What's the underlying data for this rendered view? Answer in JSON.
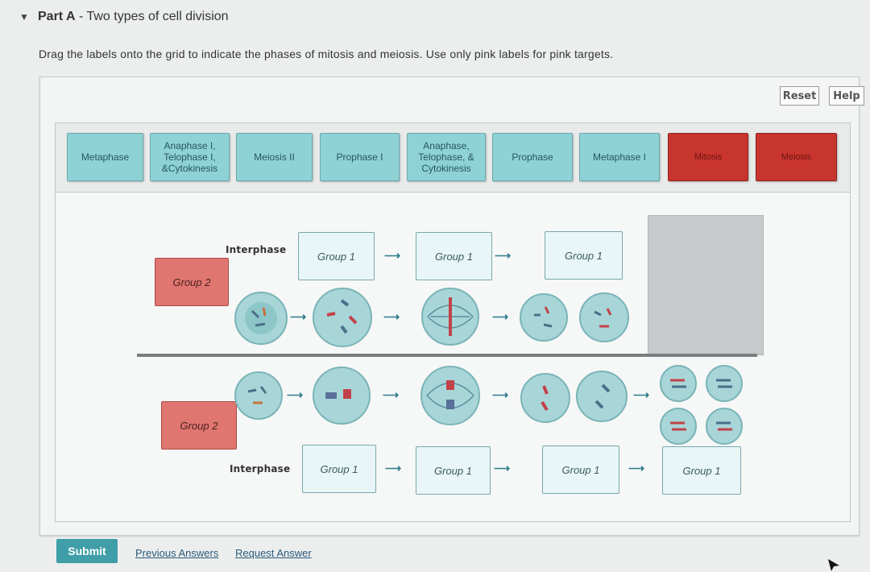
{
  "part": {
    "prefix": "Part A",
    "title": "- Two types of cell division"
  },
  "instructions": "Drag the labels onto the grid to indicate the phases of mitosis and meiosis. Use only pink labels for pink targets.",
  "buttons": {
    "reset": "Reset",
    "help": "Help",
    "submit": "Submit"
  },
  "labels": [
    {
      "text": "Metaphase",
      "color": "#8fd2d6"
    },
    {
      "text": "Anaphase I, Telophase I, &Cytokinesis",
      "color": "#8fd2d6"
    },
    {
      "text": "Meiosis II",
      "color": "#8fd2d6"
    },
    {
      "text": "Prophase I",
      "color": "#8fd2d6"
    },
    {
      "text": "Anaphase, Telophase, & Cytokinesis",
      "color": "#8fd2d6"
    },
    {
      "text": "Prophase",
      "color": "#8fd2d6"
    },
    {
      "text": "Metaphase I",
      "color": "#8fd2d6"
    },
    {
      "text": "Mitosis",
      "color": "#c8352e"
    },
    {
      "text": "Meiosis",
      "color": "#c8352e"
    }
  ],
  "top_row": {
    "group_label": "Group 2",
    "interphase": "Interphase",
    "targets": [
      "Group 1",
      "Group 1",
      "Group 1"
    ]
  },
  "bottom_row": {
    "group_label": "Group 2",
    "interphase": "Interphase",
    "targets": [
      "Group 1",
      "Group 1",
      "Group 1",
      "Group 1"
    ]
  },
  "links": {
    "previous": "Previous Answers",
    "request": "Request Answer"
  },
  "colors": {
    "teal_label": "#8fd2d6",
    "pink_label": "#c8352e",
    "pink_target": "#e07670",
    "submit": "#3f9ea8"
  }
}
